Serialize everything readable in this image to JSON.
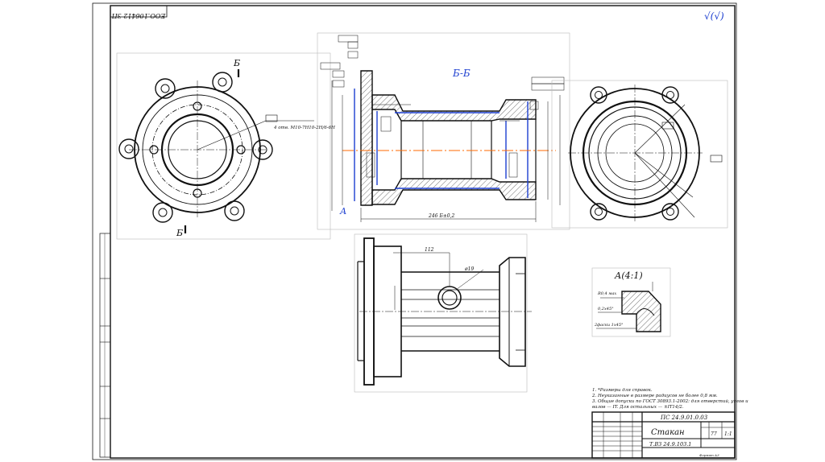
{
  "sheet": {
    "doc_code_rotated": "ЕОО.106412 ЗП",
    "roughness_general": "√(√)",
    "section_label": "Б-Б",
    "cut_letter": "Б",
    "view_letter_a": "А",
    "detail_title": "А(4:1)"
  },
  "dimensions": {
    "total_length": "246 Б±0,2",
    "hole_diameter": "ø19",
    "dim_112": "112",
    "detail_dim_1": "R0,4 мах",
    "detail_dim_2": "0,2х45°",
    "detail_dim_3": "2фаски 1х45°",
    "holes_spec": "4 отв. М10-7Н10-2Н/6-6Н"
  },
  "notes": {
    "line1": "1. *Размеры для справок.",
    "line2": "2. Неуказанные в размере радиусов не более 0,8 мм.",
    "line3": "3. Общие допуски по ГОСТ 30893.1-2002: для отверстий, углов и",
    "line4": "валов — IT. Для остальных — ±IT14/2."
  },
  "title_block": {
    "doc_number": "ПС 24.9.01.0.03",
    "part_name": "Стакан",
    "sheet_no": "77",
    "scale": "1:1",
    "group_code": "Т.ВЗ 24.9.103.1",
    "format": "Формат А3"
  }
}
